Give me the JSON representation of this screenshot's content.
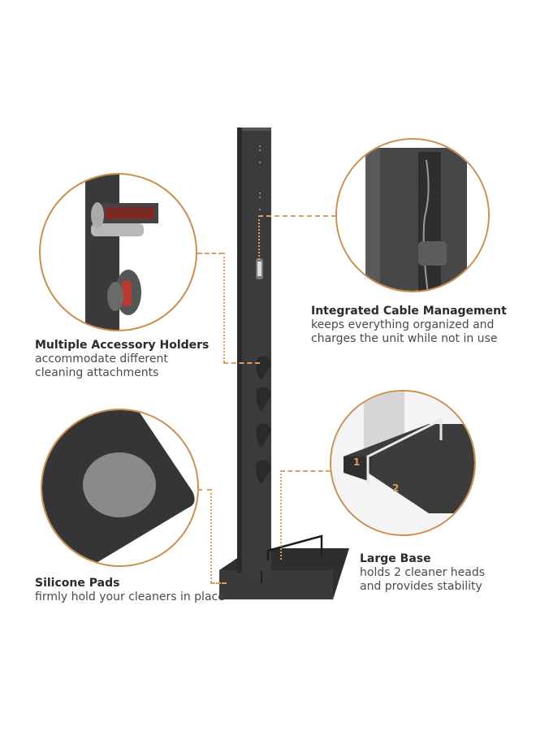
{
  "features": [
    {
      "id": "accessory-holders",
      "title": "Multiple Accessory Holders",
      "lines": [
        "accommodate different",
        "cleaning attachments"
      ]
    },
    {
      "id": "cable-management",
      "title": "Integrated Cable Management",
      "lines": [
        "keeps everything organized and",
        "charges the unit while not in use"
      ]
    },
    {
      "id": "silicone-pads",
      "title": "Silicone Pads",
      "lines": [
        "firmly hold your cleaners in place"
      ]
    },
    {
      "id": "large-base",
      "title": "Large Base",
      "lines": [
        "holds 2 cleaner heads",
        "and provides stability"
      ]
    }
  ],
  "base_markers": [
    "1",
    "2"
  ],
  "colors": {
    "accent": "#c98f4c",
    "connector": "#d9a066",
    "stand": "#3a3a3a",
    "title_text": "#2b2b2b",
    "desc_text": "#4a4a4a"
  }
}
